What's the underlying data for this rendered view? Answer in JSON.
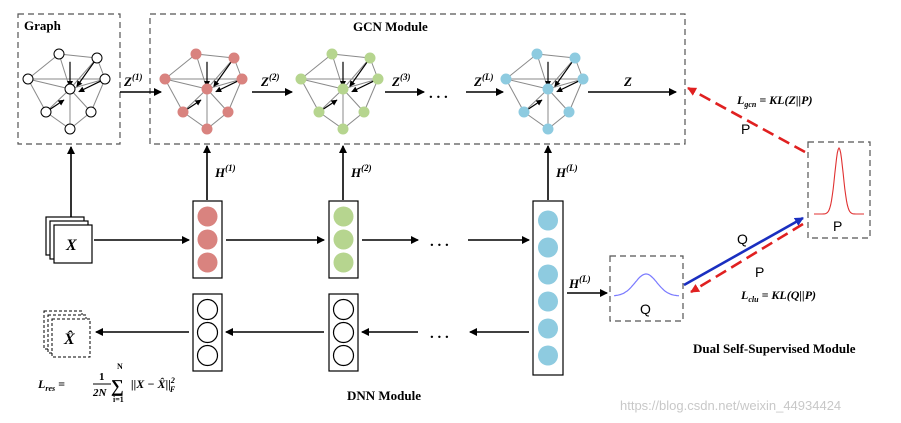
{
  "titles": {
    "graph": "Graph",
    "gcn_module": "GCN Module",
    "dnn_module": "DNN Module",
    "dual_module": "Dual Self-Supervised Module"
  },
  "labels": {
    "z1": "Z",
    "z1_sup": "(1)",
    "z2": "Z",
    "z2_sup": "(2)",
    "z3": "Z",
    "z3_sup": "(3)",
    "zL": "Z",
    "zL_sup": "(L)",
    "z_out": "Z",
    "h1": "H",
    "h1_sup": "(1)",
    "h2": "H",
    "h2_sup": "(2)",
    "hL": "H",
    "hL_sup": "(L)",
    "hL_right": "H",
    "hL_right_sup": "(L)",
    "x_input": "X",
    "x_hat": "X̂",
    "ellipsis": ". . .",
    "q_box": "Q",
    "p_box": "P",
    "q_arrow": "Q",
    "p_arrow_top": "P",
    "p_arrow_bottom": "P",
    "l_gcn": "L",
    "l_gcn_sub": "gcn",
    "l_gcn_eq": "= KL(Z||P)",
    "l_clu": "L",
    "l_clu_sub": "clu",
    "l_clu_eq": "= KL(Q||P)",
    "l_res": "L",
    "l_res_sub": "res",
    "l_res_eq": "=",
    "l_res_frac_num": "1",
    "l_res_frac_den": "2N",
    "l_res_sum_top": "N",
    "l_res_sum_bottom": "i=1",
    "l_res_term": "||X − X̂||",
    "l_res_sq": "2",
    "l_res_f": "F"
  },
  "watermark": "https://blog.csdn.net/weixin_44934424",
  "colors": {
    "layer1": "#d9837f",
    "layer2": "#b6d58f",
    "layerL": "#8ecbe0",
    "q_curve": "#7a7aff",
    "p_curve": "#e03030",
    "red_arrow": "#e02020",
    "blue_arrow": "#1a2fc0"
  }
}
